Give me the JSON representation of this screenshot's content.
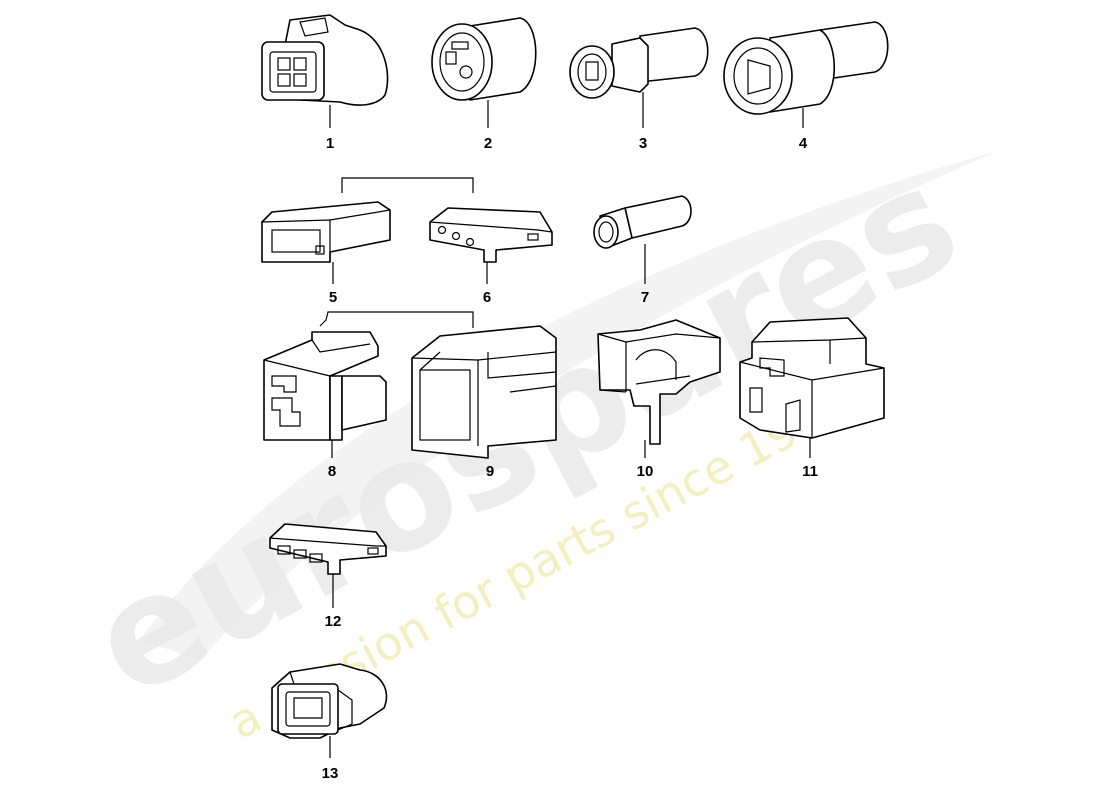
{
  "watermark": {
    "logo": "eurospares",
    "tagline": "a passion for parts since 1985"
  },
  "colors": {
    "line": "#000000",
    "background": "#ffffff",
    "watermark_logo": "#e9e9e9",
    "watermark_tagline": "#f1efb8"
  },
  "parts": [
    {
      "id": "part-1",
      "label": "1"
    },
    {
      "id": "part-2",
      "label": "2"
    },
    {
      "id": "part-3",
      "label": "3"
    },
    {
      "id": "part-4",
      "label": "4"
    },
    {
      "id": "part-5",
      "label": "5"
    },
    {
      "id": "part-6",
      "label": "6"
    },
    {
      "id": "part-7",
      "label": "7"
    },
    {
      "id": "part-8",
      "label": "8"
    },
    {
      "id": "part-9",
      "label": "9"
    },
    {
      "id": "part-10",
      "label": "10"
    },
    {
      "id": "part-11",
      "label": "11"
    },
    {
      "id": "part-12",
      "label": "12"
    },
    {
      "id": "part-13",
      "label": "13"
    }
  ]
}
